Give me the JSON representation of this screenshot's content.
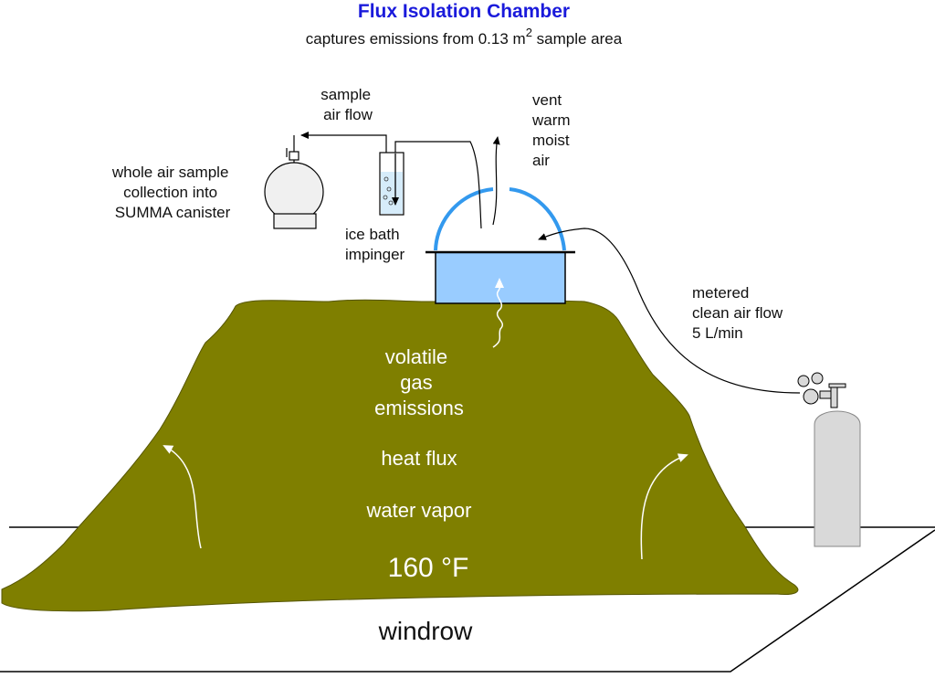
{
  "title": "Flux Isolation Chamber",
  "subtitle_prefix": "captures emissions from 0.13 m",
  "subtitle_sup": "2",
  "subtitle_suffix": " sample area",
  "labels": {
    "sample_air_flow": [
      "sample",
      "air flow"
    ],
    "vent": [
      "vent",
      "warm",
      "moist",
      "air"
    ],
    "canister": [
      "whole air sample",
      "collection into",
      "SUMMA canister"
    ],
    "impinger": [
      "ice bath",
      "impinger"
    ],
    "clean_air": [
      "metered",
      "clean air flow",
      "5 L/min"
    ],
    "emissions": [
      "volatile",
      "gas",
      "emissions"
    ],
    "heat_flux": "heat flux",
    "water_vapor": "water vapor",
    "temperature": "160 °F",
    "windrow": "windrow"
  },
  "colors": {
    "title": "#1a1adb",
    "windrow": "#7f7f00",
    "chamber_water": "#99ccff",
    "dome": "#3399ee",
    "tank": "#d9d9d9"
  },
  "icons": [
    "summa-canister-icon",
    "impinger-icon",
    "gas-cylinder-icon"
  ]
}
